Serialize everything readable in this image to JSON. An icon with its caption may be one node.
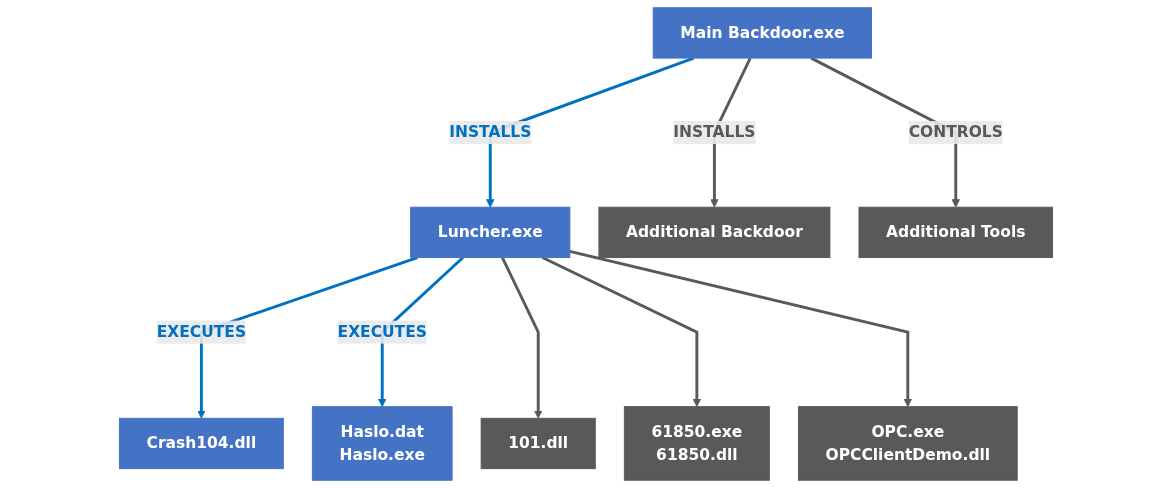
{
  "diagram": {
    "nodes": [
      {
        "text": [
          "Main Backdoor.exe"
        ]
      },
      {
        "text": [
          "Luncher.exe"
        ]
      },
      {
        "text": [
          "Crash104.dll"
        ]
      },
      {
        "text": [
          "Haslo.dat",
          "Haslo.exe"
        ]
      },
      {
        "text": [
          "101.dll"
        ]
      },
      {
        "text": [
          "61850.exe",
          "61850.dll"
        ]
      },
      {
        "text": [
          "OPC.exe",
          "OPCClientDemo.dll"
        ]
      },
      {
        "text": [
          "Additional Backdoor"
        ]
      },
      {
        "text": [
          "Additional Tools"
        ]
      }
    ],
    "edges": [
      {
        "from": 0,
        "to": 1,
        "arrow": "to",
        "label": "INSTALLS",
        "color": "#0070c0"
      },
      {
        "from": 1,
        "to": 2,
        "arrow": "to",
        "label": "EXECUTES",
        "color": "#0070c0"
      },
      {
        "from": 1,
        "to": 3,
        "arrow": "to",
        "label": "EXECUTES",
        "color": "#0070c0"
      },
      {
        "from": 1,
        "to": 4,
        "arrow": "to"
      },
      {
        "from": 1,
        "to": 5,
        "arrow": "to"
      },
      {
        "from": 1,
        "to": 6,
        "arrow": "to"
      },
      {
        "from": 0,
        "to": 7,
        "arrow": "to",
        "label": "INSTALLS"
      },
      {
        "from": 0,
        "to": 8,
        "arrow": "to",
        "label": "CONTROLS"
      }
    ]
  }
}
